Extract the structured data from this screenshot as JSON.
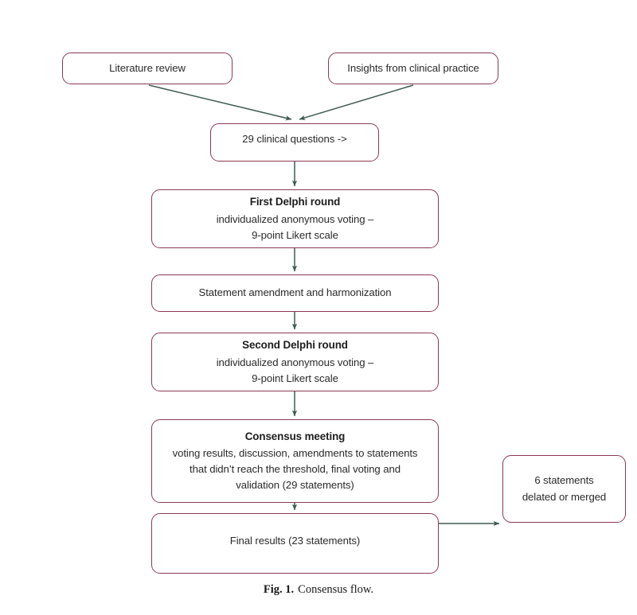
{
  "figure": {
    "caption_label": "Fig. 1.",
    "caption_text": "Consensus flow.",
    "colors": {
      "node_border": "#8a3a52",
      "node_fill": "#ffffff",
      "arrow": "#3e5b4f",
      "text": "#2b2b2b",
      "background": "#ffffff"
    }
  },
  "nodes": {
    "literature_review": {
      "lines": [
        "Literature review"
      ]
    },
    "clinical_insights": {
      "lines": [
        "Insights from clinical practice"
      ]
    },
    "clinical_questions": {
      "lines": [
        "29 clinical questions ->"
      ]
    },
    "first_delphi": {
      "title": "First Delphi round",
      "lines": [
        "individualized anonymous voting –",
        "9-point Likert scale"
      ]
    },
    "statement_amendment": {
      "lines": [
        "Statement amendment and harmonization"
      ]
    },
    "second_delphi": {
      "title": "Second Delphi round",
      "lines": [
        "individualized anonymous voting –",
        "9-point Likert scale"
      ]
    },
    "consensus_meeting": {
      "title": "Consensus meeting",
      "lines": [
        "voting results, discussion, amendments to statements",
        "that didn’t reach the threshold, final voting and",
        "validation (29 statements)"
      ]
    },
    "final_results": {
      "lines": [
        "Final results (23 statements)"
      ]
    },
    "deleted_statements": {
      "lines": [
        "6 statements",
        "delated or merged"
      ]
    }
  },
  "edges": [
    {
      "name": "literature-review-to-clinical-questions",
      "from": "literature_review",
      "to": "clinical_questions"
    },
    {
      "name": "clinical-insights-to-clinical-questions",
      "from": "clinical_insights",
      "to": "clinical_questions"
    },
    {
      "name": "clinical-questions-to-first-delphi",
      "from": "clinical_questions",
      "to": "first_delphi"
    },
    {
      "name": "first-delphi-to-statement-amendment",
      "from": "first_delphi",
      "to": "statement_amendment"
    },
    {
      "name": "statement-amendment-to-second-delphi",
      "from": "statement_amendment",
      "to": "second_delphi"
    },
    {
      "name": "second-delphi-to-consensus-meeting",
      "from": "second_delphi",
      "to": "consensus_meeting"
    },
    {
      "name": "consensus-meeting-to-final-results",
      "from": "consensus_meeting",
      "to": "final_results"
    },
    {
      "name": "final-results-to-deleted-statements",
      "from": "final_results",
      "to": "deleted_statements"
    }
  ]
}
